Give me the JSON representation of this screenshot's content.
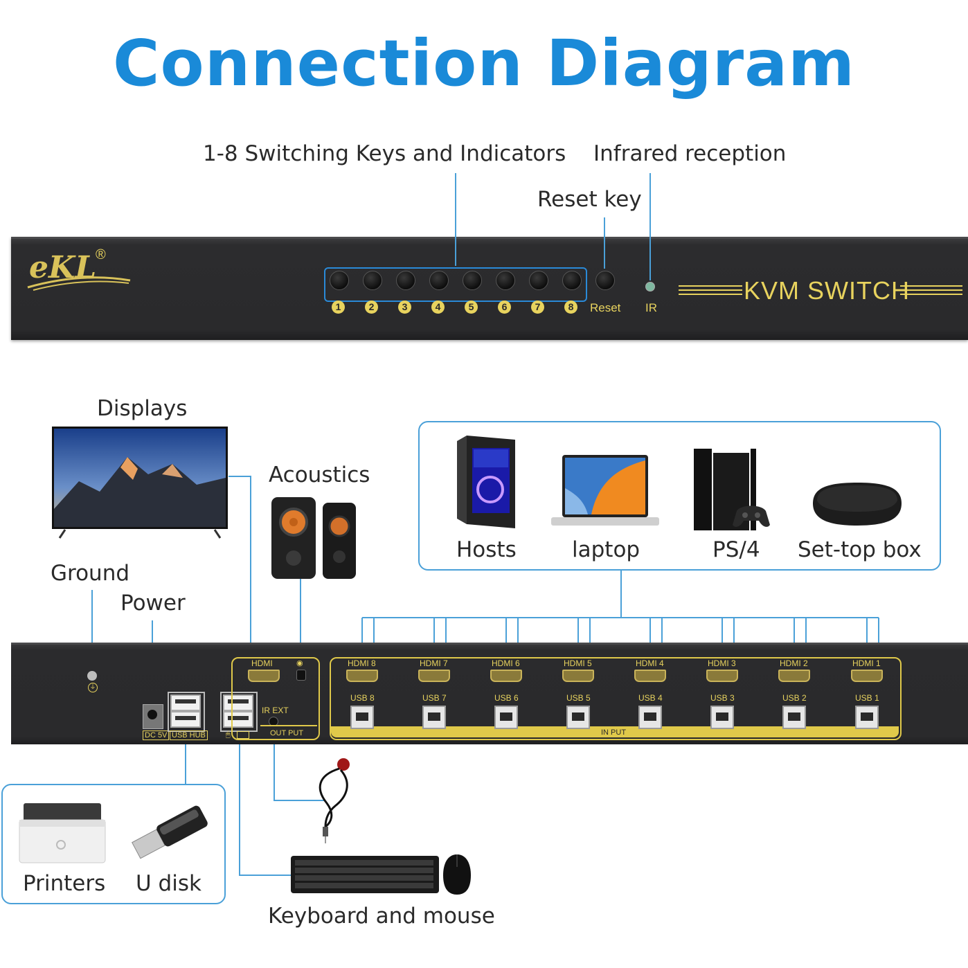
{
  "title": "Connection Diagram",
  "top_labels": {
    "keys": "1-8 Switching Keys and Indicators",
    "infrared": "Infrared reception",
    "reset": "Reset key"
  },
  "front_panel": {
    "brand": "eKL",
    "registered": "®",
    "buttons": [
      "1",
      "2",
      "3",
      "4",
      "5",
      "6",
      "7",
      "8"
    ],
    "reset_label": "Reset",
    "ir_label": "IR",
    "product": "KVM SWITCH"
  },
  "device_labels": {
    "displays": "Displays",
    "acoustics": "Acoustics",
    "ground": "Ground",
    "power": "Power",
    "hosts": "Hosts",
    "laptop": "laptop",
    "ps4": "PS/4",
    "settop": "Set-top box",
    "printers": "Printers",
    "udisk": "U disk",
    "keyboard_mouse": "Keyboard and mouse"
  },
  "back_panel": {
    "hdmi_out": "HDMI",
    "ir_ext": "IR EXT",
    "output": "OUT PUT",
    "input": "IN PUT",
    "dc": "DC 5V",
    "usb_hub": "USB HUB",
    "inputs": [
      {
        "hdmi": "HDMI 8",
        "usb": "USB 8"
      },
      {
        "hdmi": "HDMI 7",
        "usb": "USB 7"
      },
      {
        "hdmi": "HDMI 6",
        "usb": "USB 6"
      },
      {
        "hdmi": "HDMI 5",
        "usb": "USB 5"
      },
      {
        "hdmi": "HDMI 4",
        "usb": "USB 4"
      },
      {
        "hdmi": "HDMI 3",
        "usb": "USB 3"
      },
      {
        "hdmi": "HDMI 2",
        "usb": "USB 2"
      },
      {
        "hdmi": "HDMI 1",
        "usb": "USB 1"
      }
    ]
  },
  "colors": {
    "accent": "#1a8ad8",
    "panel": "#2a2a2c",
    "gold": "#e8d35e",
    "line": "#4aa0d8"
  }
}
